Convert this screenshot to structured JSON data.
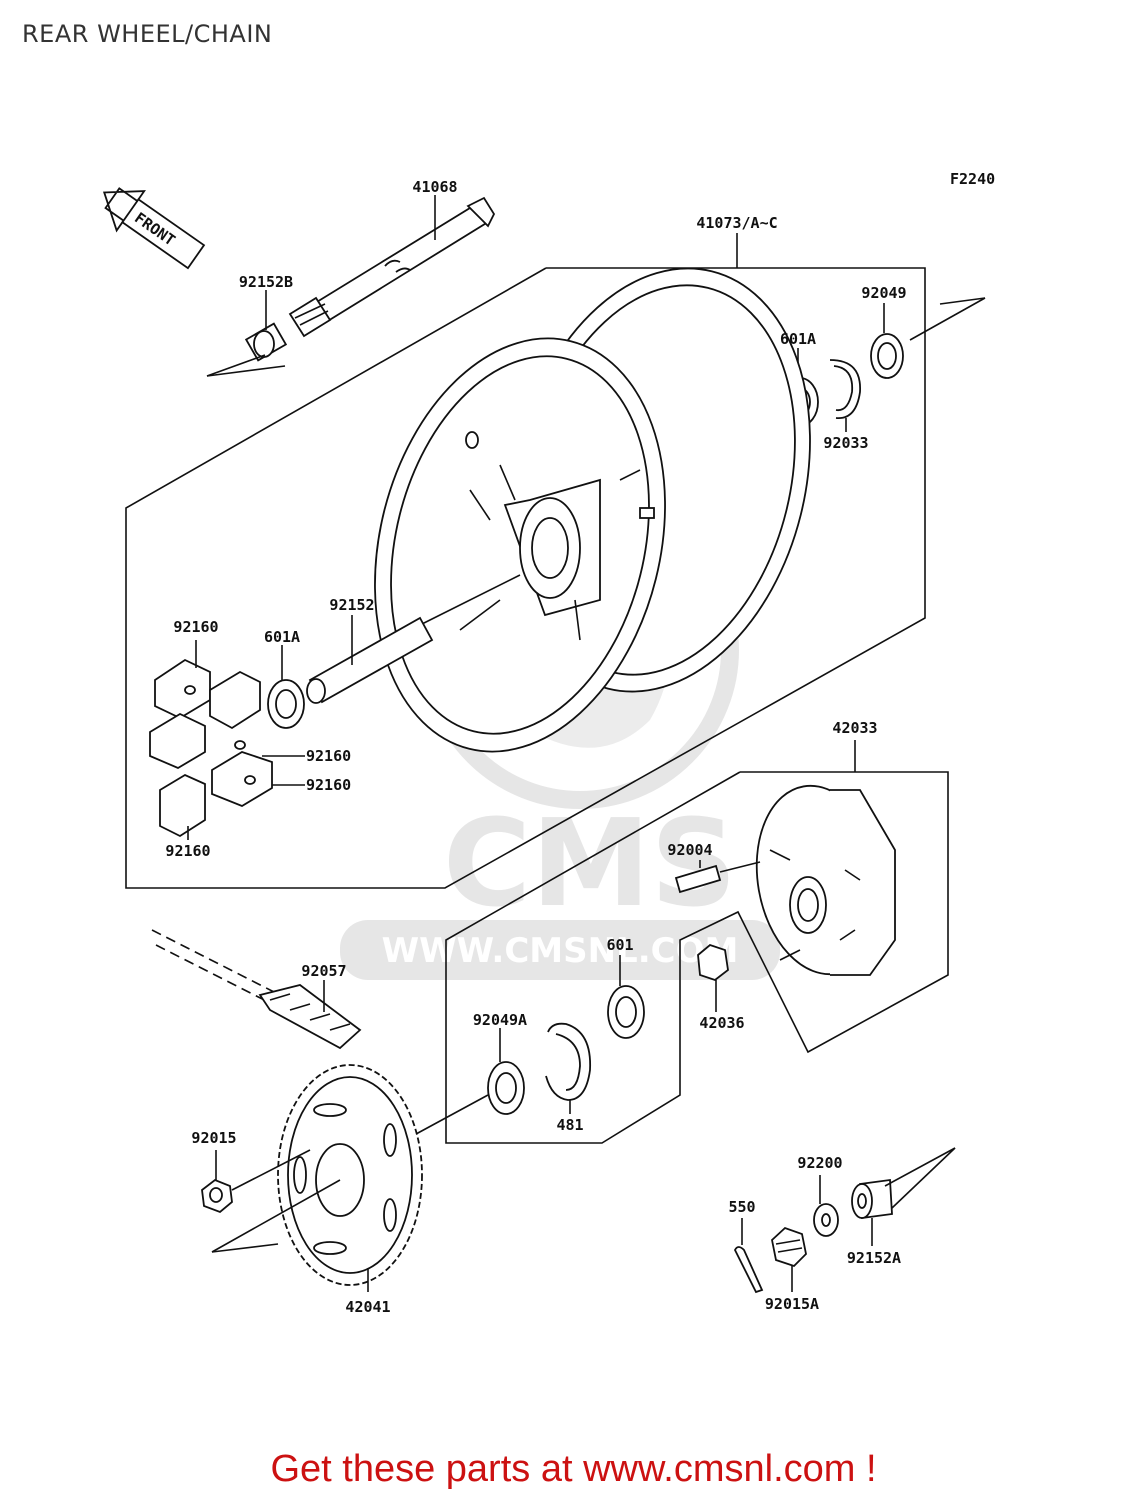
{
  "header": {
    "title": "REAR WHEEL/CHAIN"
  },
  "diagram": {
    "figure_code": "F2240",
    "front_label": "FRONT",
    "watermark": {
      "logo_text": "CMS",
      "url_text": "WWW.CMSNL.COM"
    },
    "parts": [
      {
        "id": "41068",
        "label": "41068"
      },
      {
        "id": "41073",
        "label": "41073/A~C"
      },
      {
        "id": "92152B",
        "label": "92152B"
      },
      {
        "id": "92049",
        "label": "92049"
      },
      {
        "id": "601A-top",
        "label": "601A"
      },
      {
        "id": "92033",
        "label": "92033"
      },
      {
        "id": "92160-a",
        "label": "92160"
      },
      {
        "id": "601A-left",
        "label": "601A"
      },
      {
        "id": "92152",
        "label": "92152"
      },
      {
        "id": "92160-b",
        "label": "92160"
      },
      {
        "id": "92160-c",
        "label": "92160"
      },
      {
        "id": "92160-d",
        "label": "92160"
      },
      {
        "id": "42033",
        "label": "42033"
      },
      {
        "id": "92004",
        "label": "92004"
      },
      {
        "id": "92057",
        "label": "92057"
      },
      {
        "id": "601",
        "label": "601"
      },
      {
        "id": "92049A",
        "label": "92049A"
      },
      {
        "id": "42036",
        "label": "42036"
      },
      {
        "id": "481",
        "label": "481"
      },
      {
        "id": "92015",
        "label": "92015"
      },
      {
        "id": "92200",
        "label": "92200"
      },
      {
        "id": "550",
        "label": "550"
      },
      {
        "id": "92152A",
        "label": "92152A"
      },
      {
        "id": "92015A",
        "label": "92015A"
      },
      {
        "id": "42041",
        "label": "42041"
      }
    ]
  },
  "footer": {
    "text": "Get these parts at www.cmsnl.com !",
    "color": "#cc1111"
  },
  "colors": {
    "line": "#111111",
    "watermark": "#e6e6e6",
    "footer": "#cc1111"
  }
}
